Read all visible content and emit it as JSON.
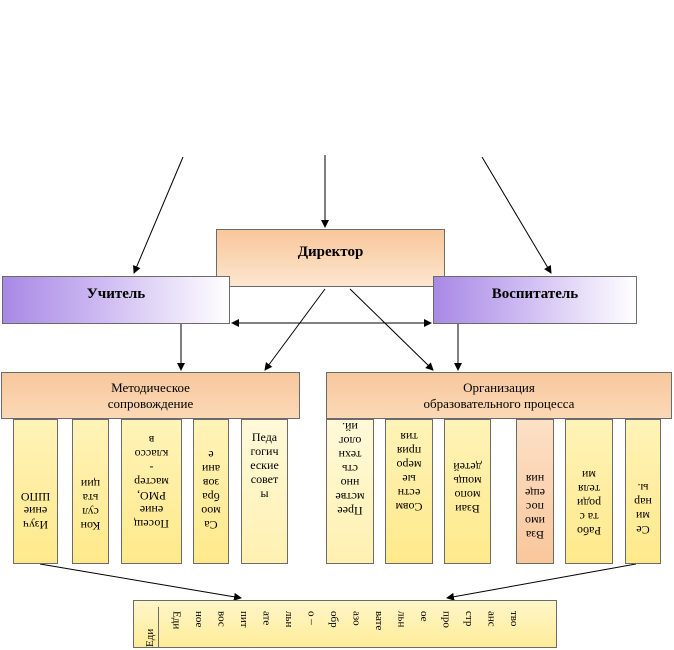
{
  "director": "Директор",
  "teacher": "Учитель",
  "educator": "Воспитатель",
  "method_header": [
    "Методическое",
    "сопровождение"
  ],
  "org_header": [
    "Организация",
    "образовательного процесса"
  ],
  "method_cols": [
    [
      "Изуч",
      "ение",
      "ШПО"
    ],
    [
      "Кон",
      "сул",
      "ьта",
      "ции"
    ],
    [
      "Посещ",
      "ение",
      "РМО,",
      "мастер",
      "-",
      "классо",
      "в"
    ],
    [
      "Са",
      "моо",
      "бра",
      "зов",
      "ани",
      "е"
    ],
    [
      "Педа",
      "гогич",
      "еские",
      "совет",
      "ы"
    ]
  ],
  "org_cols": [
    [
      "Прее",
      "мстве",
      "нно",
      "сть",
      "техн",
      "олог",
      "ий."
    ],
    [
      "Совм",
      "естн",
      "ые",
      "меро",
      "прия",
      "тия"
    ],
    [
      "Взаи",
      "мопо",
      "мощь",
      "детей"
    ],
    [
      "Вза",
      "имо",
      "пос",
      "еще",
      "ния"
    ],
    [
      "Рабо",
      "та с",
      "роди",
      "теля",
      "ми"
    ],
    [
      "Се",
      "ми",
      "нар",
      "ы."
    ]
  ],
  "bottom_lead": "Еди",
  "bottom_items": [
    "Еди",
    "ное",
    "вос",
    "пит",
    "ате",
    "льн",
    "о –",
    "обр",
    "азо",
    "вате",
    "льн",
    "ое",
    "про",
    "стр",
    "анс",
    "тво"
  ]
}
